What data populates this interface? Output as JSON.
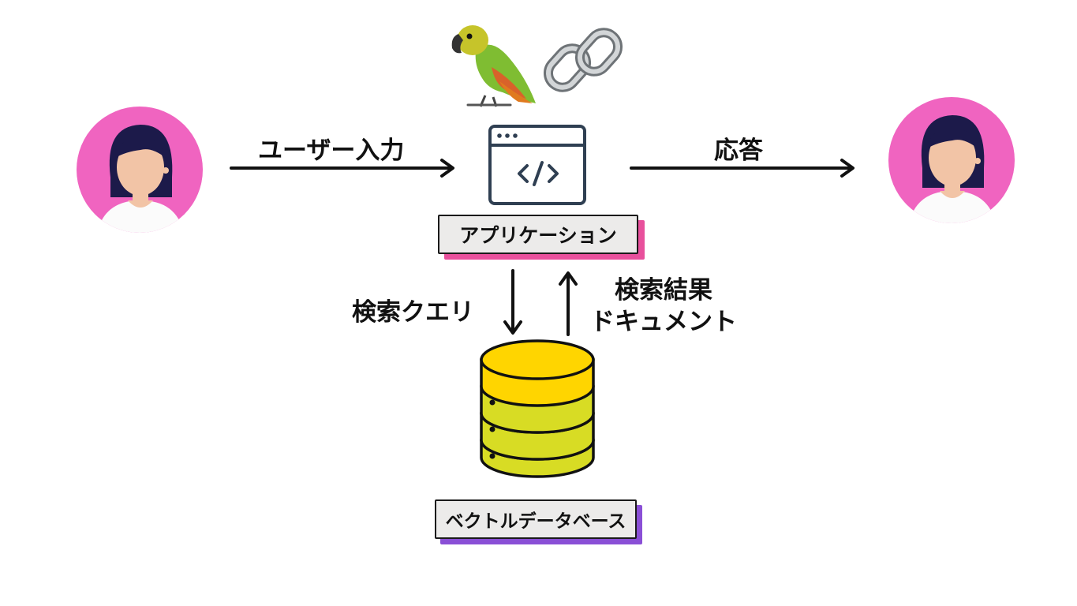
{
  "labels": {
    "user_input": "ユーザー入力",
    "response": "応答",
    "search_query": "検索クエリ",
    "search_results_line1": "検索結果",
    "search_results_line2": "ドキュメント"
  },
  "nodes": {
    "application": "アプリケーション",
    "vector_database": "ベクトルデータベース"
  },
  "icons": {
    "user_left": "user-avatar-icon",
    "user_right": "user-avatar-icon",
    "parrot": "parrot-icon",
    "chain": "chain-link-icon",
    "app": "code-window-icon",
    "db": "database-icon"
  },
  "colors": {
    "avatar_bg": "#f064c0",
    "app_tag_shadow": "#e8509c",
    "db_tag_shadow": "#8a4fd6",
    "db_fill": "#ffd500",
    "db_lower_fill": "#d8dc24",
    "app_icon_stroke": "#2f3f52"
  }
}
